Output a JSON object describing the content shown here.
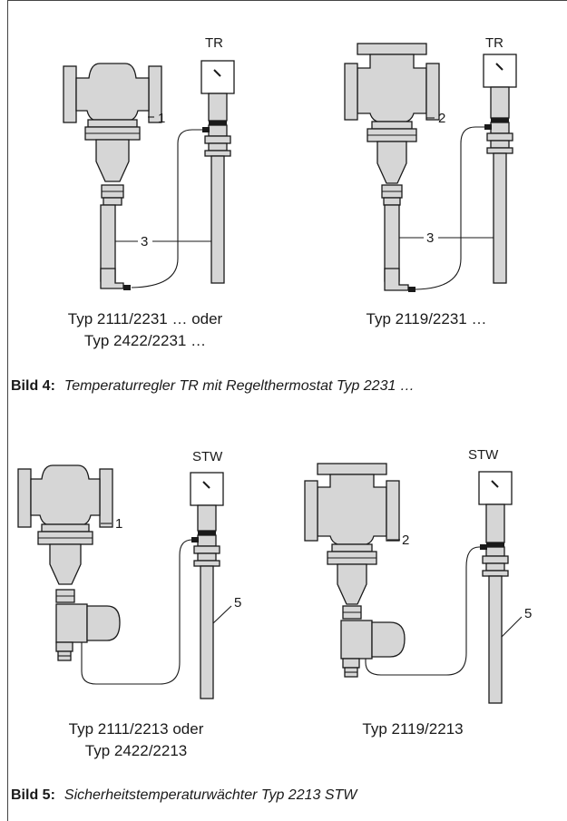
{
  "figure4": {
    "left": {
      "tag": "TR",
      "callout_body": "1",
      "callout_tube": "3",
      "caption_line1": "Typ 2111/2231 … oder",
      "caption_line2": "Typ 2422/2231 …"
    },
    "right": {
      "tag": "TR",
      "callout_body": "2",
      "callout_tube": "3",
      "caption_line1": "Typ 2119/2231 …"
    },
    "number": "Bild 4:",
    "title": "Temperaturregler TR mit Regelthermostat Typ 2231 …"
  },
  "figure5": {
    "left": {
      "tag": "STW",
      "callout_body": "1",
      "callout_tube": "5",
      "caption_line1": "Typ 2111/2213 oder",
      "caption_line2": "Typ 2422/2213"
    },
    "right": {
      "tag": "STW",
      "callout_body": "2",
      "callout_tube": "5",
      "caption_line1": "Typ 2119/2213"
    },
    "number": "Bild 5:",
    "title": "Sicherheitstemperaturwächter Typ 2213 STW"
  },
  "colors": {
    "fill": "#d6d6d6",
    "stroke": "#1a1a1a"
  }
}
